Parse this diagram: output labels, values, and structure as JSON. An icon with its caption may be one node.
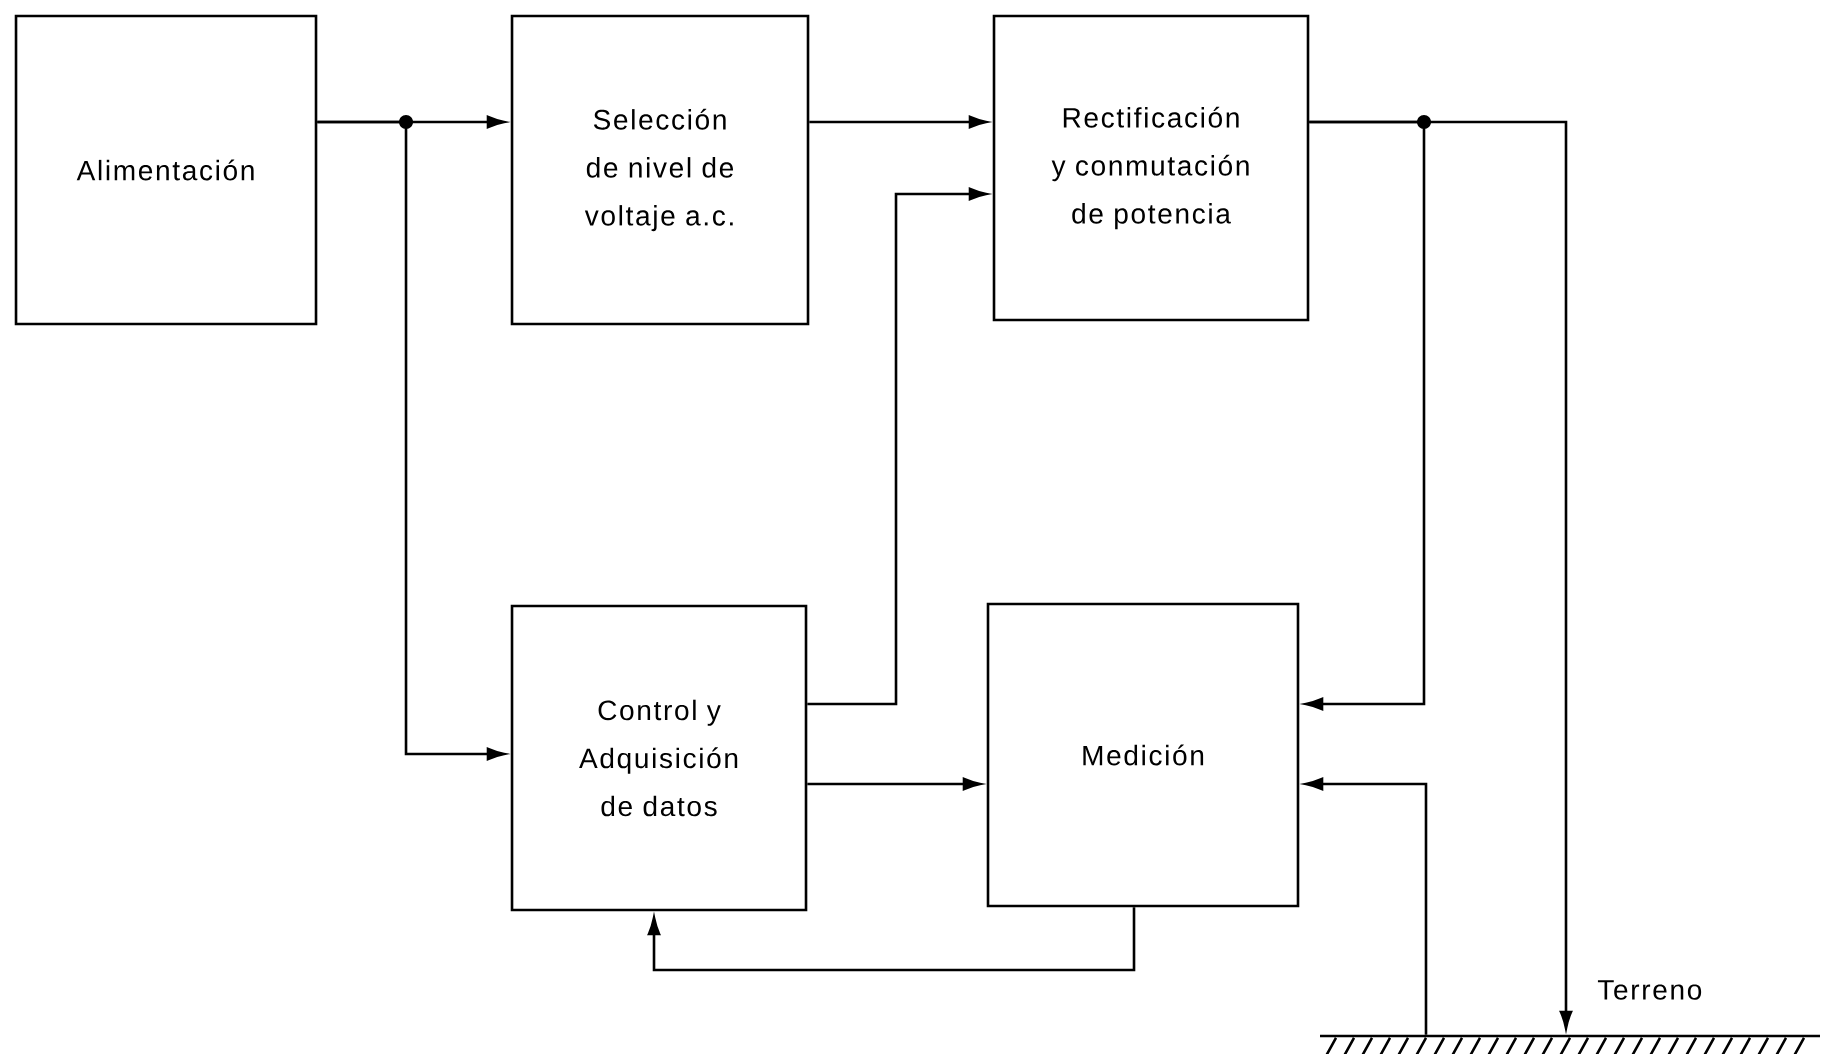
{
  "diagram": {
    "nodes": [
      {
        "text": [
          "Alimentación"
        ]
      },
      {
        "text": [
          "Selección de nivel de voltaje a.c."
        ]
      },
      {
        "text": [
          "Rectificación y conmutación de potencia"
        ]
      },
      {
        "text": [
          "Control y Adquisición de datos"
        ]
      },
      {
        "text": [
          "Medición"
        ]
      },
      {
        "text": [],
        "shape": "bar",
        "beside": [
          "Terreno"
        ]
      }
    ],
    "edges": [
      {
        "from": 0,
        "to": 1,
        "arrow": "to"
      },
      {
        "from": 0,
        "to": 3,
        "arrow": "to"
      },
      {
        "from": 1,
        "to": 2,
        "arrow": "to"
      },
      {
        "from": 3,
        "to": 2,
        "arrow": "to"
      },
      {
        "from": 3,
        "to": 4,
        "arrow": "to"
      },
      {
        "from": 4,
        "to": 3,
        "arrow": "to"
      },
      {
        "from": 2,
        "to": 4,
        "arrow": "to"
      },
      {
        "from": 2,
        "to": 5,
        "arrow": "to"
      },
      {
        "from": 5,
        "to": 4,
        "arrow": "to"
      }
    ]
  }
}
